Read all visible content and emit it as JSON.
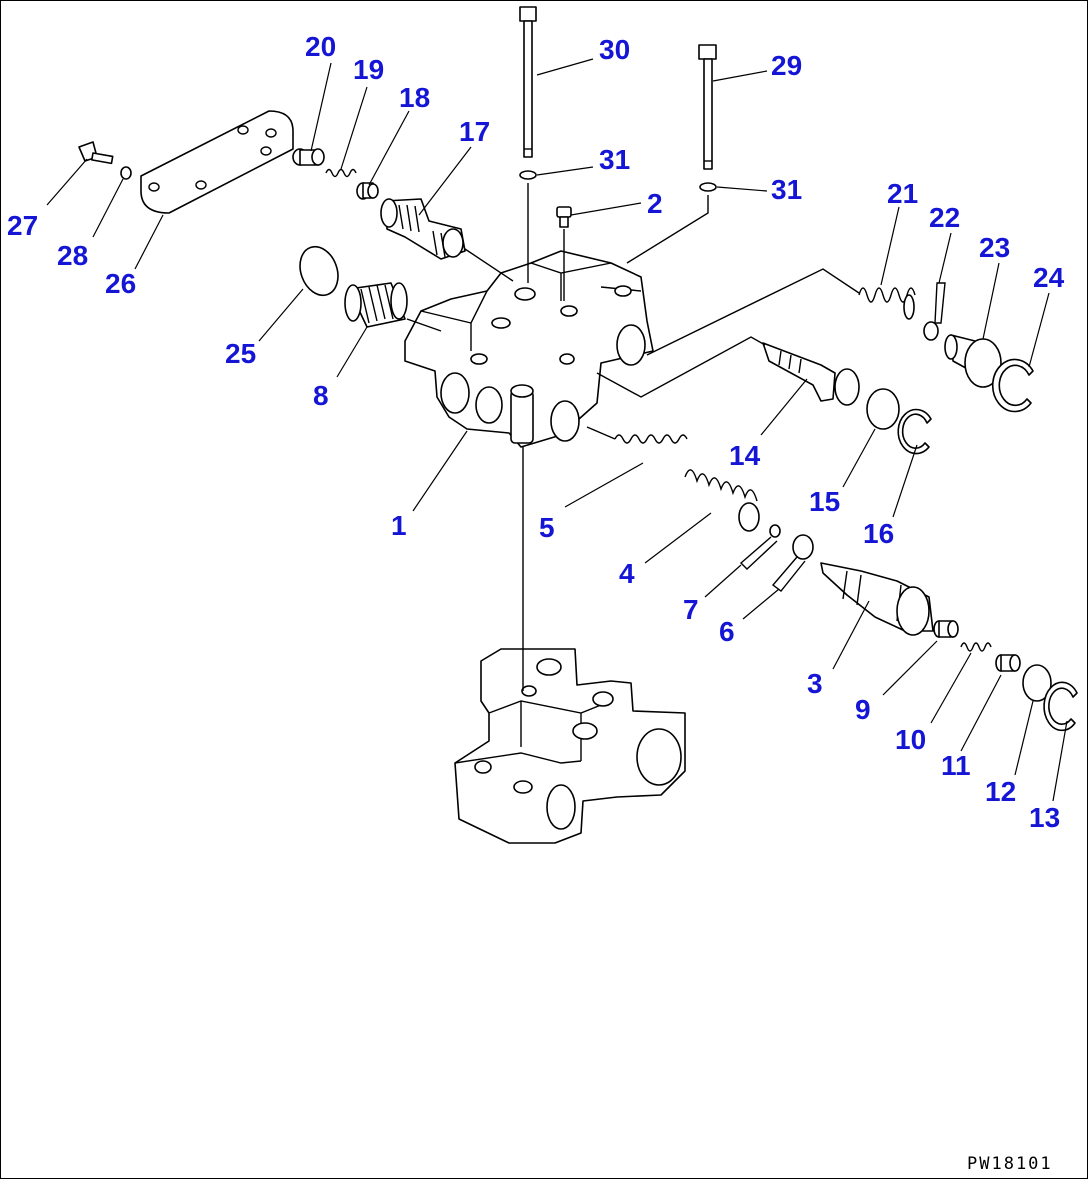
{
  "diagram": {
    "drawing_code": "PW18101",
    "callout_color": "#1515d6",
    "callouts": [
      {
        "id": "1",
        "text": "1"
      },
      {
        "id": "2",
        "text": "2"
      },
      {
        "id": "3",
        "text": "3"
      },
      {
        "id": "4",
        "text": "4"
      },
      {
        "id": "5",
        "text": "5"
      },
      {
        "id": "6",
        "text": "6"
      },
      {
        "id": "7",
        "text": "7"
      },
      {
        "id": "8",
        "text": "8"
      },
      {
        "id": "9",
        "text": "9"
      },
      {
        "id": "10",
        "text": "10"
      },
      {
        "id": "11",
        "text": "11"
      },
      {
        "id": "12",
        "text": "12"
      },
      {
        "id": "13",
        "text": "13"
      },
      {
        "id": "14",
        "text": "14"
      },
      {
        "id": "15",
        "text": "15"
      },
      {
        "id": "16",
        "text": "16"
      },
      {
        "id": "17",
        "text": "17"
      },
      {
        "id": "18",
        "text": "18"
      },
      {
        "id": "19",
        "text": "19"
      },
      {
        "id": "20",
        "text": "20"
      },
      {
        "id": "21",
        "text": "21"
      },
      {
        "id": "22",
        "text": "22"
      },
      {
        "id": "23",
        "text": "23"
      },
      {
        "id": "24",
        "text": "24"
      },
      {
        "id": "25",
        "text": "25"
      },
      {
        "id": "26",
        "text": "26"
      },
      {
        "id": "27",
        "text": "27"
      },
      {
        "id": "28",
        "text": "28"
      },
      {
        "id": "29",
        "text": "29"
      },
      {
        "id": "30",
        "text": "30"
      },
      {
        "id": "31a",
        "text": "31"
      },
      {
        "id": "31b",
        "text": "31"
      }
    ]
  }
}
